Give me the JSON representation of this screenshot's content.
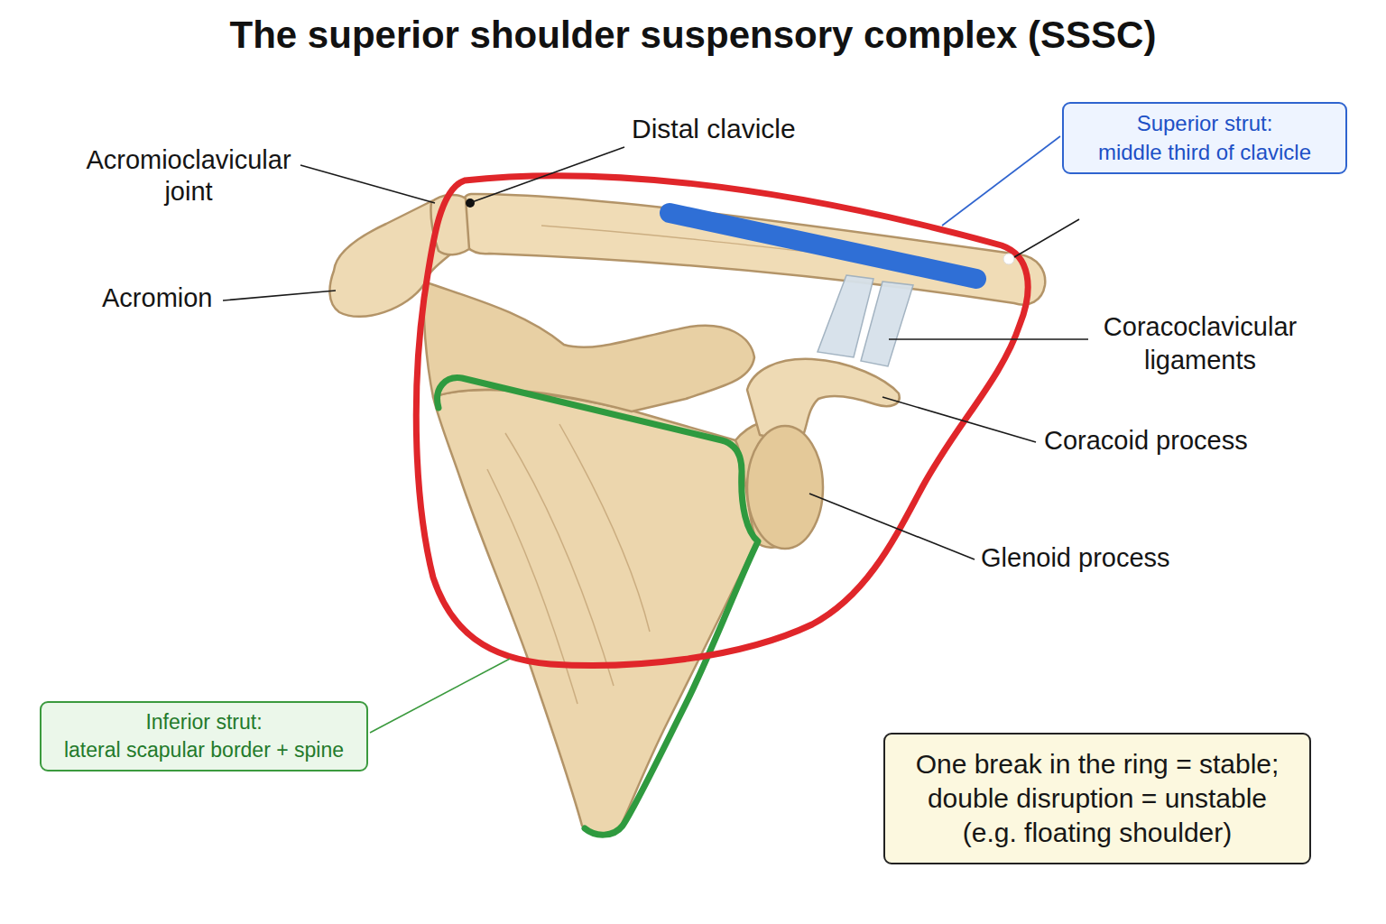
{
  "diagram": {
    "title": "The superior shoulder suspensory complex (SSSC)",
    "nodes": [
      {
        "text": [
          "Superior strut:",
          "middle third of clavicle"
        ]
      },
      {
        "text": [
          "Inferior strut:",
          "lateral scapular border + spine"
        ]
      },
      {
        "text": [
          "One break in the ring = stable; double disruption = unstable (e.g. floating shoulder)"
        ]
      }
    ],
    "labels": [
      "Distal clavicle",
      "Acromioclavicular joint",
      "Acromion",
      "Coracoclavicular ligaments",
      "Coracoid process",
      "Glenoid process"
    ]
  }
}
